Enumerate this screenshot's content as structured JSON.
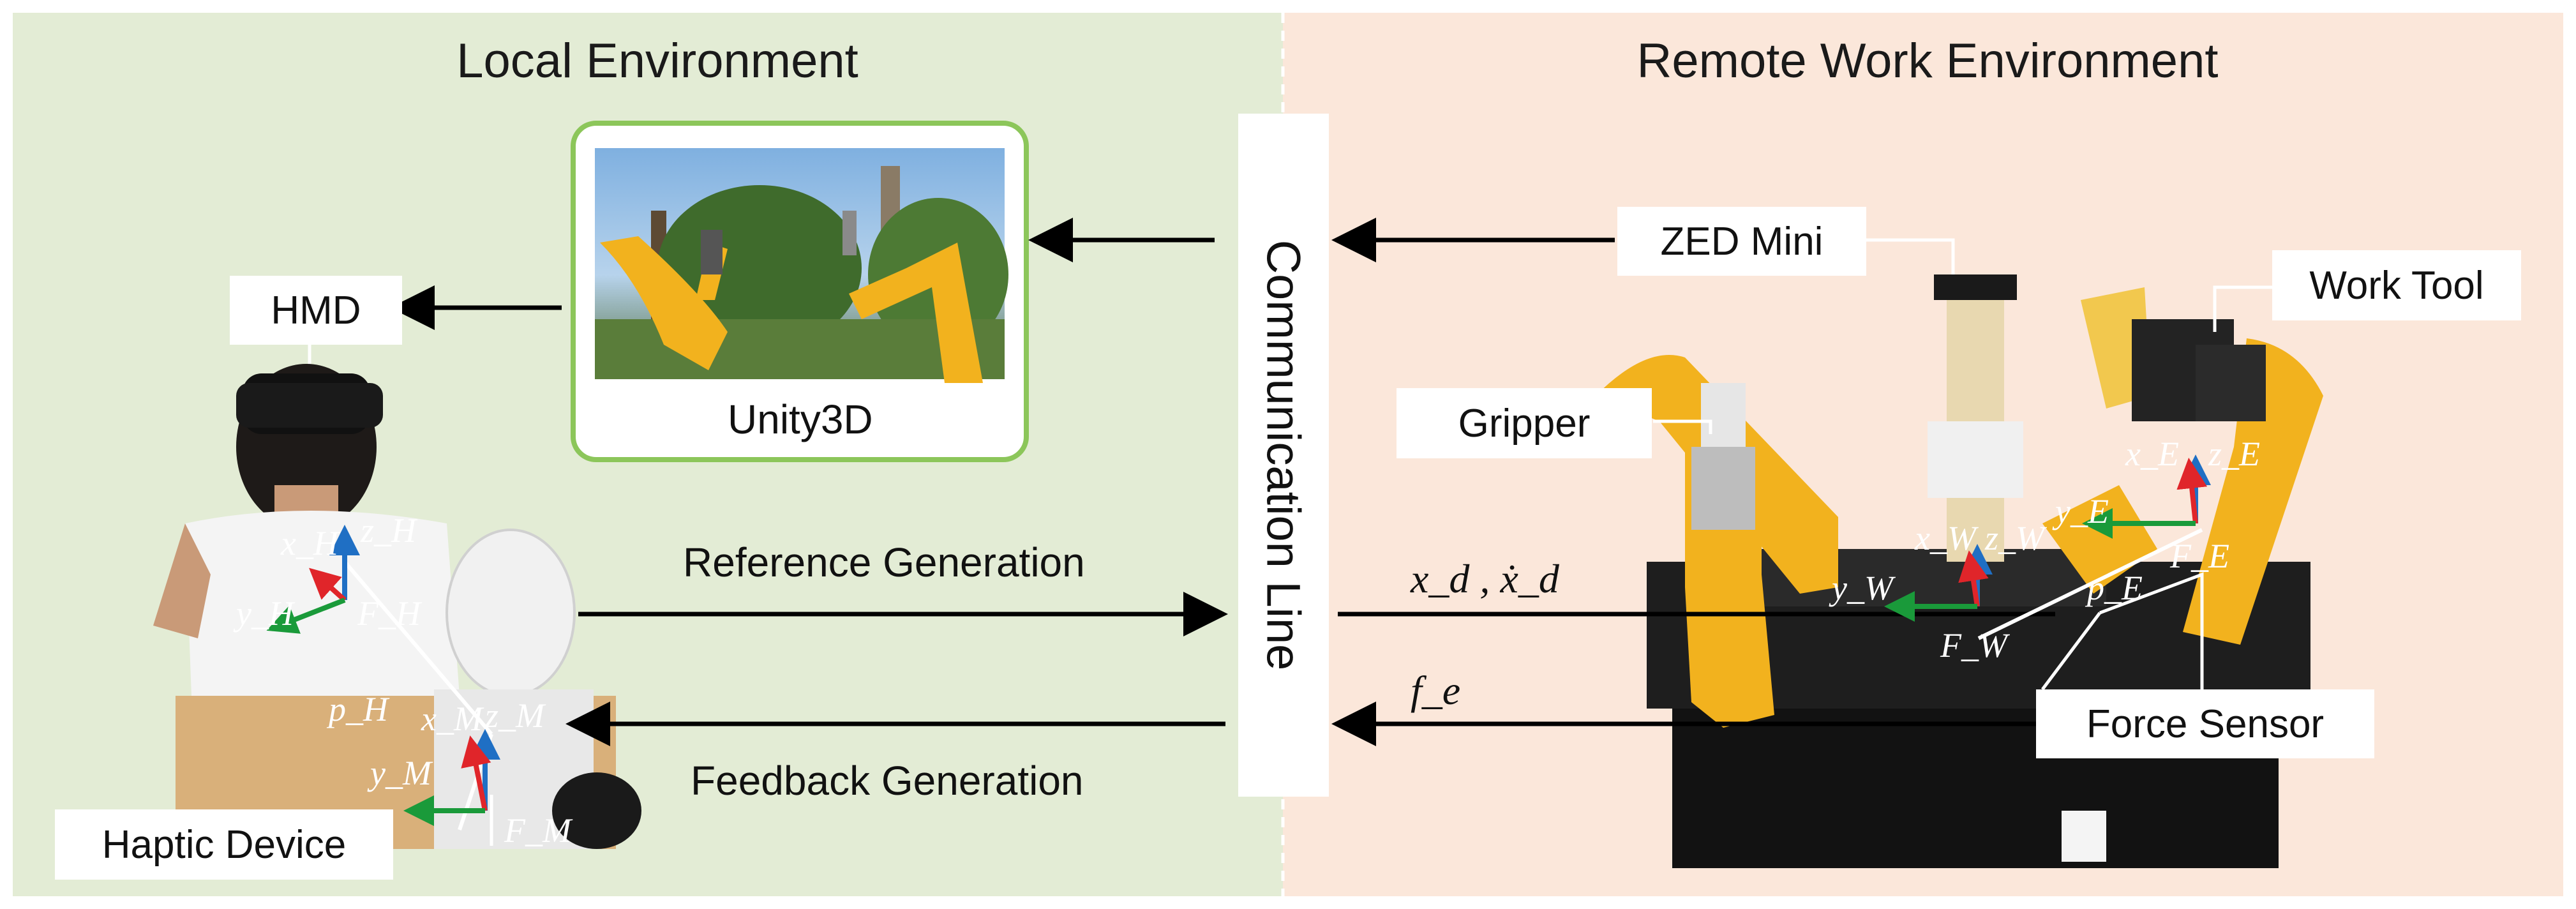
{
  "local": {
    "title": "Local Environment"
  },
  "remote": {
    "title": "Remote Work Environment"
  },
  "comm": {
    "label": "Communication Line"
  },
  "unity": {
    "label": "Unity3D"
  },
  "labels": {
    "hmd": "HMD",
    "haptic": "Haptic Device",
    "zed": "ZED Mini",
    "gripper": "Gripper",
    "work_tool": "Work Tool",
    "force_sensor": "Force Sensor"
  },
  "captions": {
    "reference": "Reference Generation",
    "feedback": "Feedback Generation"
  },
  "math": {
    "xd_dxd": "x_d , ẋ_d",
    "fe": "f_e",
    "xH": "x_H",
    "zH": "z_H",
    "yH": "y_H",
    "FH": "F_H",
    "pH": "p_H",
    "xM": "x_M",
    "zM": "z_M",
    "yM": "y_M",
    "FM": "F_M",
    "xW": "x_W",
    "zW": "z_W",
    "yW": "y_W",
    "FW": "F_W",
    "xE": "x_E",
    "zE": "z_E",
    "yE": "y_E",
    "FE": "F_E",
    "pE": "p_E"
  },
  "colors": {
    "local_bg": "#e3ecd5",
    "remote_bg": "#fbe7da",
    "unity_border": "#8cc65a",
    "x_axis": "#e0252a",
    "y_axis": "#1a9a3a",
    "z_axis": "#1f6fc4",
    "robot_yellow": "#f2b21e"
  }
}
